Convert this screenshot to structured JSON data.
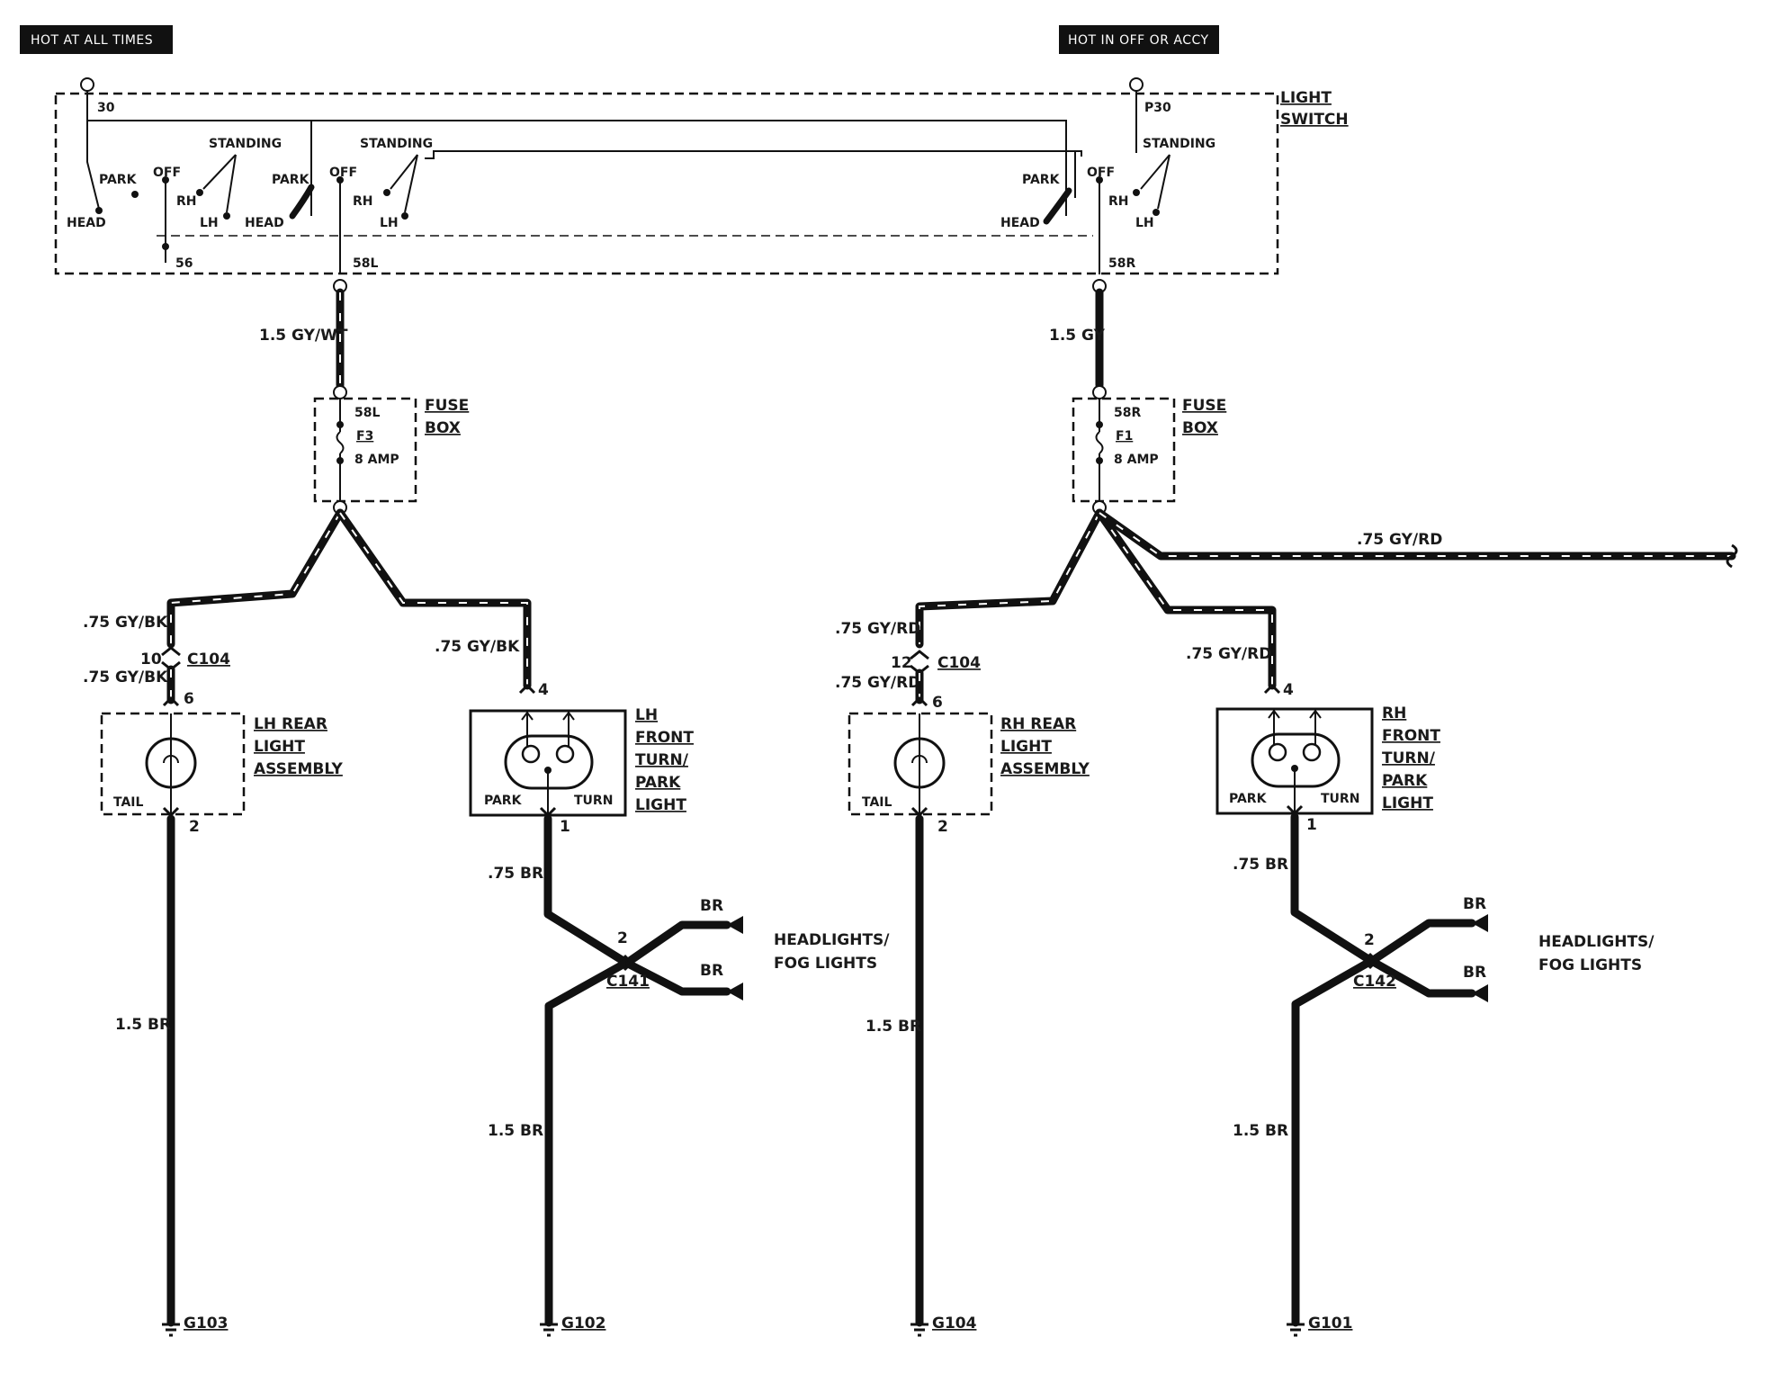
{
  "badges": {
    "left": "HOT AT ALL TIMES",
    "right": "HOT IN OFF OR ACCY"
  },
  "light_switch": {
    "title_line1": "LIGHT",
    "title_line2": "SWITCH",
    "terminal_30": "30",
    "terminal_p30": "P30",
    "terminal_56": "56",
    "terminal_58l": "58L",
    "terminal_58r": "58R",
    "standing": "STANDING",
    "park": "PARK",
    "off": "OFF",
    "rh": "RH",
    "lh": "LH",
    "head": "HEAD"
  },
  "fuse_left": {
    "terminal": "58L",
    "fuse": "F3",
    "rating": "8 AMP",
    "title_line1": "FUSE",
    "title_line2": "BOX"
  },
  "fuse_right": {
    "terminal": "58R",
    "fuse": "F1",
    "rating": "8 AMP",
    "title_line1": "FUSE",
    "title_line2": "BOX"
  },
  "wires": {
    "left_switch_to_fuse": "1.5 GY/WT",
    "right_switch_to_fuse": "1.5 GY",
    "left_rear_upper": ".75 GY/BK",
    "left_rear_lower": ".75 GY/BK",
    "left_front": ".75 GY/BK",
    "right_rear_upper": ".75 GY/RD",
    "right_rear_lower": ".75 GY/RD",
    "right_front": ".75 GY/RD",
    "right_branch": ".75 GY/RD",
    "left_front_ground_upper": ".75 BR",
    "left_front_ground_lower": "1.5 BR",
    "left_rear_ground": "1.5 BR",
    "right_rear_ground": "1.5 BR",
    "right_front_ground_upper": ".75 BR",
    "right_front_ground_lower": "1.5 BR",
    "branch_br": "BR"
  },
  "connectors": {
    "c104": "C104",
    "c141": "C141",
    "c142": "C142",
    "pin_10": "10",
    "pin_12": "12",
    "pin_6": "6",
    "pin_4": "4",
    "pin_2": "2",
    "pin_1": "1"
  },
  "lamps": {
    "lh_rear": [
      "LH REAR",
      "LIGHT",
      "ASSEMBLY"
    ],
    "rh_rear": [
      "RH REAR",
      "LIGHT",
      "ASSEMBLY"
    ],
    "tail": "TAIL",
    "lh_front": [
      "LH",
      "FRONT",
      "TURN/",
      "PARK",
      "LIGHT"
    ],
    "rh_front": [
      "RH",
      "FRONT",
      "TURN/",
      "PARK",
      "LIGHT"
    ],
    "park": "PARK",
    "turn": "TURN"
  },
  "headlights": {
    "line1": "HEADLIGHTS/",
    "line2": "FOG LIGHTS"
  },
  "grounds": {
    "g103": "G103",
    "g102": "G102",
    "g104": "G104",
    "g101": "G101"
  }
}
